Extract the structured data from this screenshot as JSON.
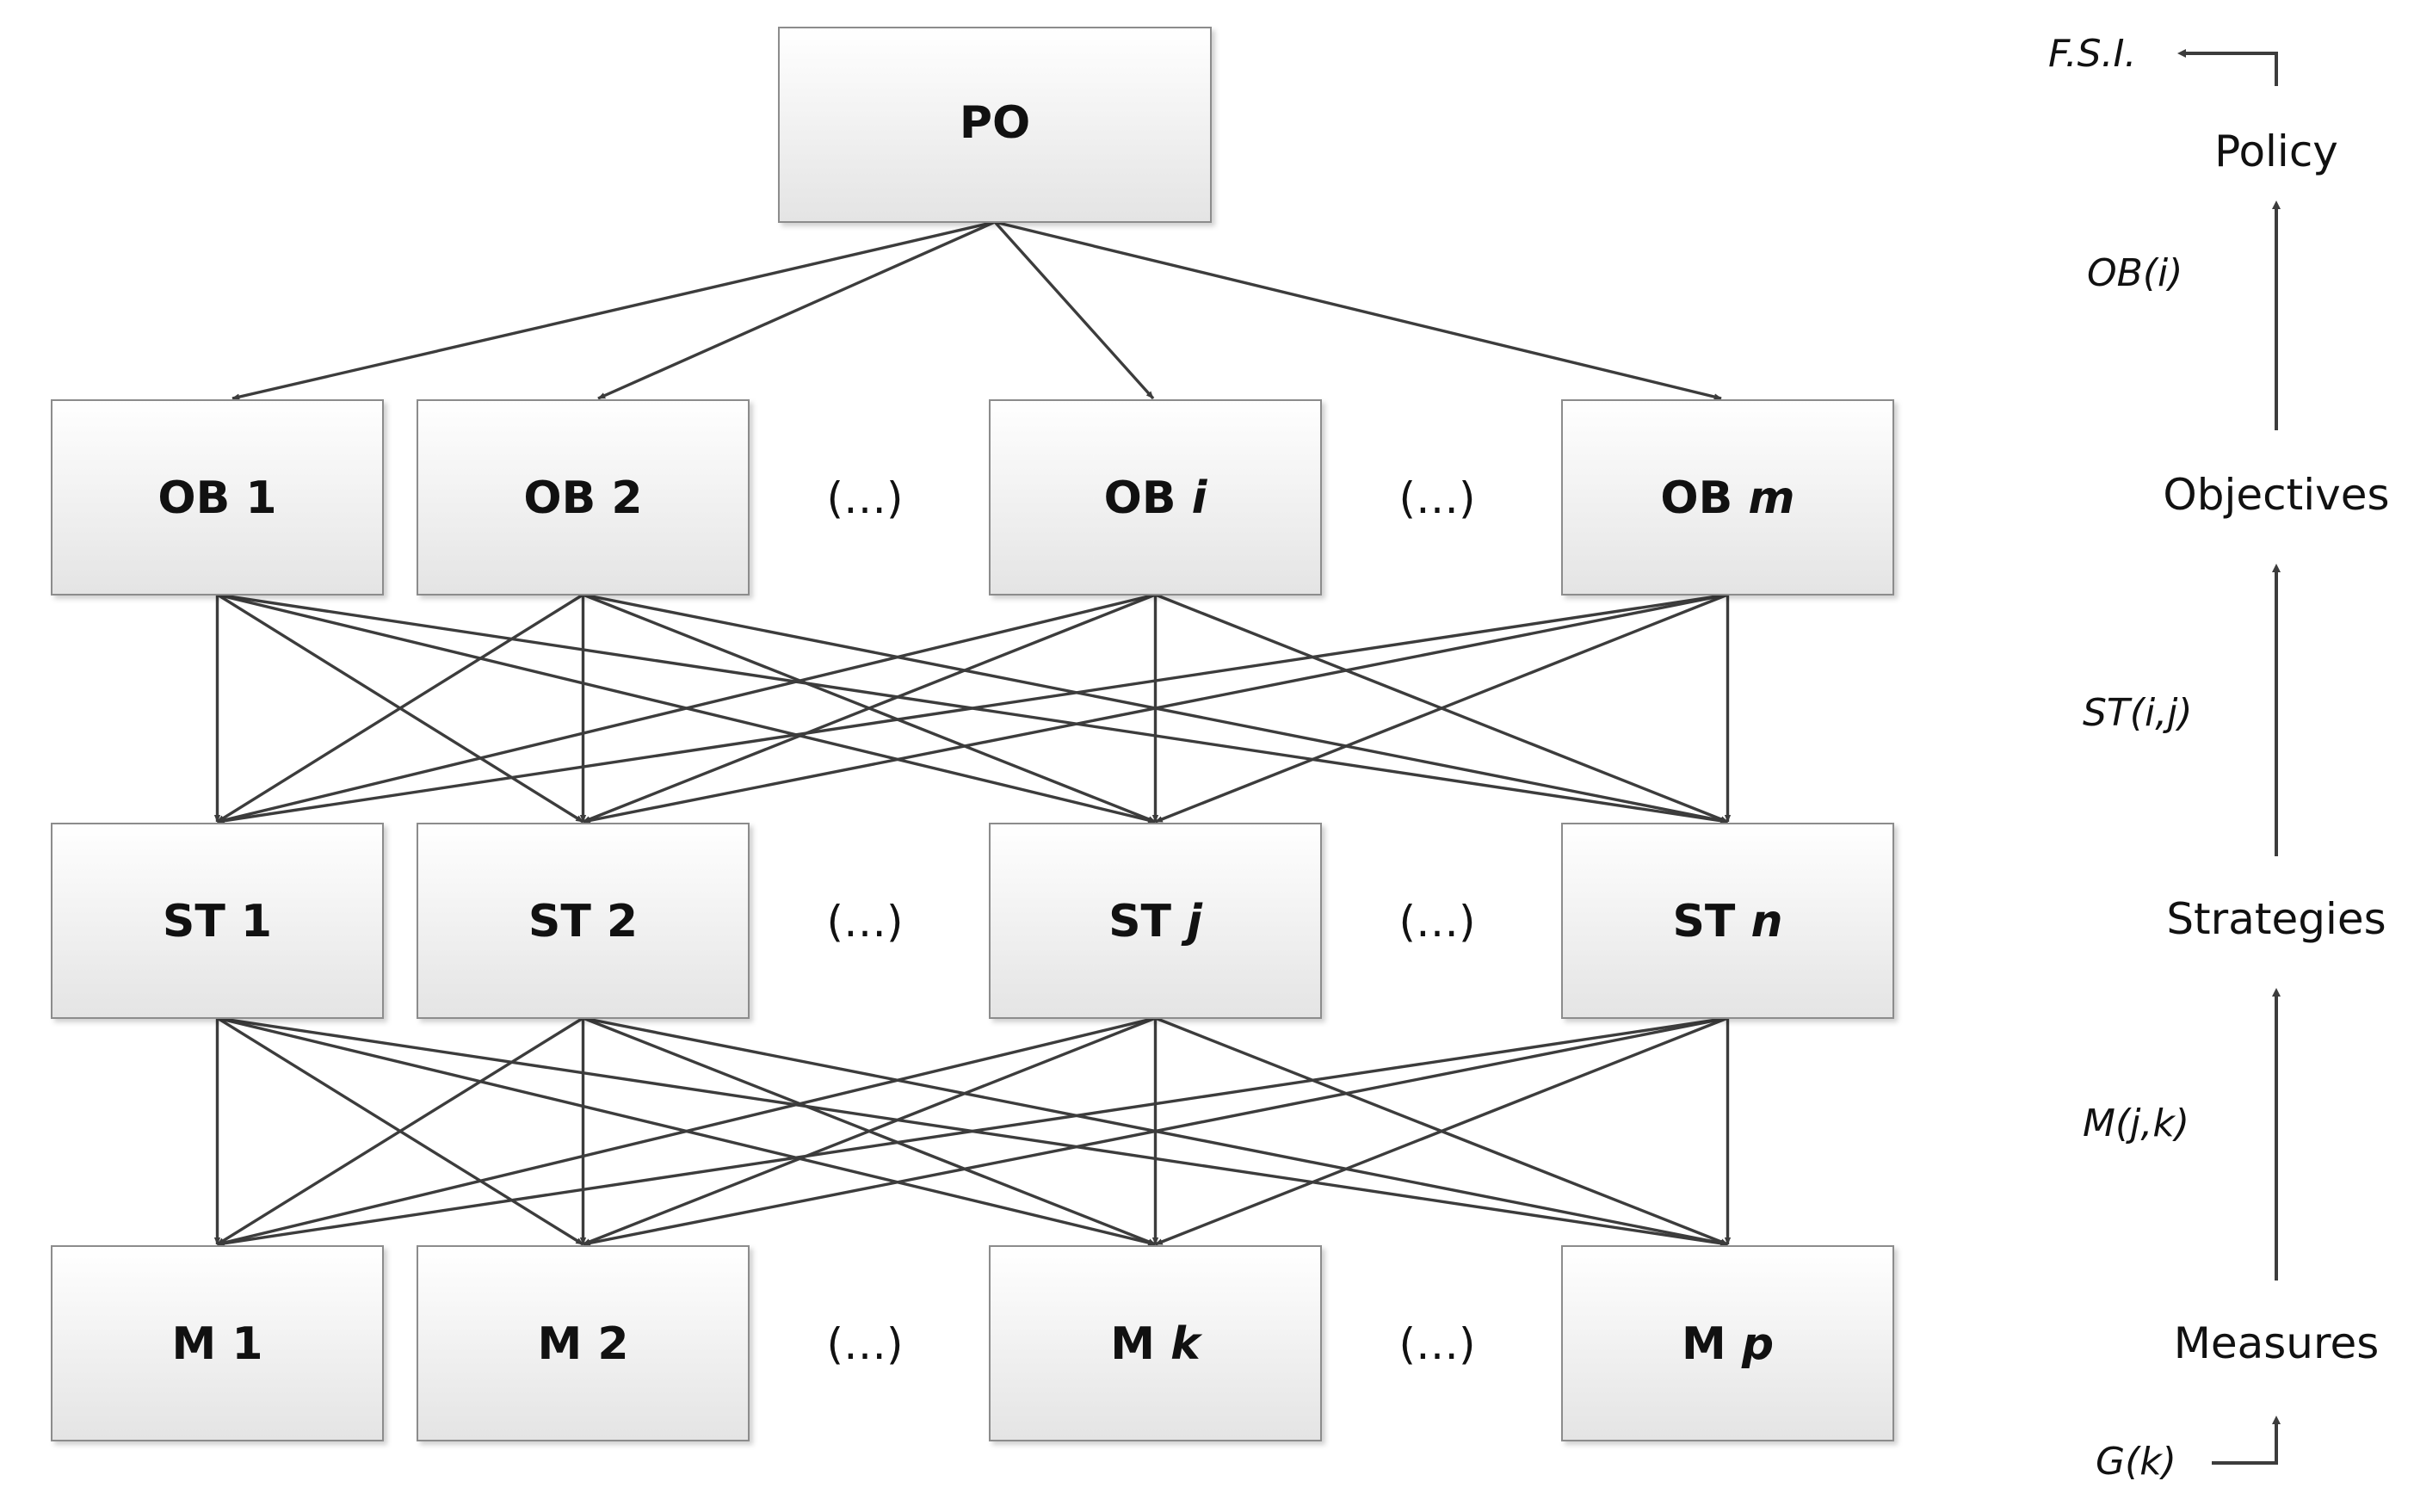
{
  "policy_node": {
    "label": "PO"
  },
  "levels": [
    {
      "key": "objectives",
      "nodes": [
        {
          "prefix": "OB",
          "index": "1",
          "italic": false
        },
        {
          "prefix": "OB",
          "index": "2",
          "italic": false
        },
        {
          "prefix": "OB",
          "index": "i",
          "italic": true
        },
        {
          "prefix": "OB",
          "index": "m",
          "italic": true
        }
      ]
    },
    {
      "key": "strategies",
      "nodes": [
        {
          "prefix": "ST",
          "index": "1",
          "italic": false
        },
        {
          "prefix": "ST",
          "index": "2",
          "italic": false
        },
        {
          "prefix": "ST",
          "index": "j",
          "italic": true
        },
        {
          "prefix": "ST",
          "index": "n",
          "italic": true
        }
      ]
    },
    {
      "key": "measures",
      "nodes": [
        {
          "prefix": "M",
          "index": "1",
          "italic": false
        },
        {
          "prefix": "M",
          "index": "2",
          "italic": false
        },
        {
          "prefix": "M",
          "index": "k",
          "italic": true
        },
        {
          "prefix": "M",
          "index": "p",
          "italic": true
        }
      ]
    }
  ],
  "ellipsis": "(…)",
  "side_panel": {
    "top_output": "F.S.I.",
    "policy": "Policy",
    "ob_flow": "OB(i)",
    "objectives": "Objectives",
    "st_flow": "ST(i,j)",
    "strategies": "Strategies",
    "m_flow": "M(j,k)",
    "measures": "Measures",
    "bottom_input": "G(k)"
  },
  "colors": {
    "box_top": "#ffffff",
    "box_bottom": "#e4e4e4",
    "box_border": "#8c8c8c",
    "line": "#3c3c3c"
  }
}
